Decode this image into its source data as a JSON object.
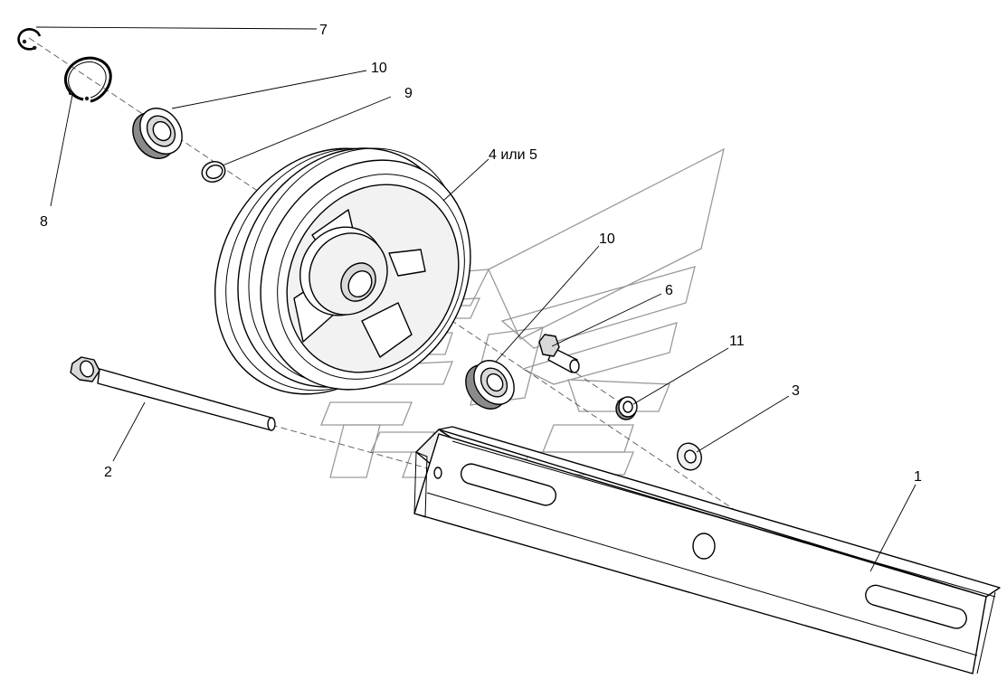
{
  "callouts": {
    "c7": "7",
    "c10a": "10",
    "c9": "9",
    "c8": "8",
    "c4or5": "4 или 5",
    "c10b": "10",
    "c6": "6",
    "c11": "11",
    "c3": "3",
    "c2": "2",
    "c1": "1"
  },
  "colors": {
    "line": "#000000",
    "watermark": "#9a9a9a",
    "background": "#ffffff"
  }
}
